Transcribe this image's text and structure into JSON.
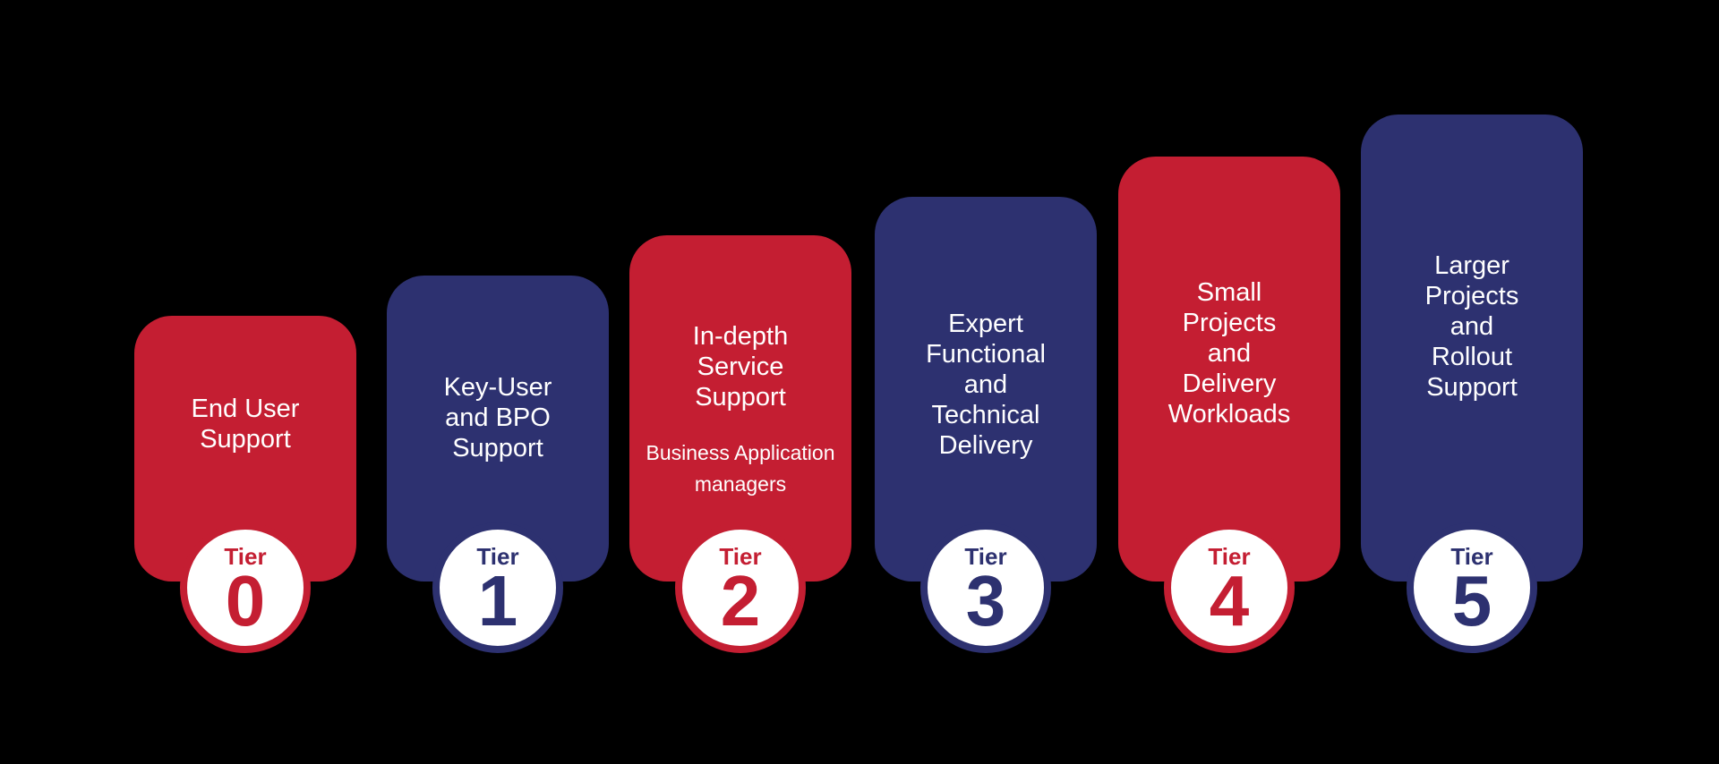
{
  "canvas": {
    "background": "#000000"
  },
  "colors": {
    "red": "#C41E32",
    "blue": "#2D3170",
    "circle_fill": "#FFFFFF",
    "text": "#FFFFFF"
  },
  "tiers": [
    {
      "color": "red",
      "title": "End User\nSupport",
      "badge_label": "Tier",
      "badge_number": "0"
    },
    {
      "color": "blue",
      "title": "Key-User\nand BPO\nSupport",
      "badge_label": "Tier",
      "badge_number": "1"
    },
    {
      "color": "red",
      "title": "In-depth\nService\nSupport",
      "subtitle": "Business Application\nmanagers",
      "badge_label": "Tier",
      "badge_number": "2"
    },
    {
      "color": "blue",
      "title": "Expert\nFunctional\nand\nTechnical\nDelivery",
      "badge_label": "Tier",
      "badge_number": "3"
    },
    {
      "color": "red",
      "title": "Small\nProjects\nand\nDelivery\nWorkloads",
      "badge_label": "Tier",
      "badge_number": "4"
    },
    {
      "color": "blue",
      "title": "Larger\nProjects\nand\nRollout\nSupport",
      "badge_label": "Tier",
      "badge_number": "5"
    }
  ]
}
